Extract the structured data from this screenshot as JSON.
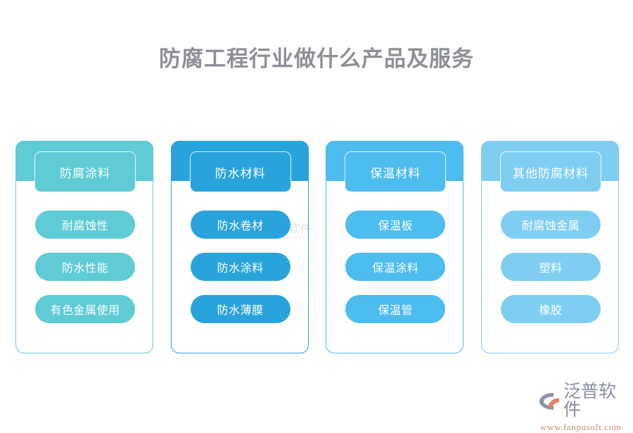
{
  "title": "防腐工程行业做什么产品及服务",
  "columns": [
    {
      "header": "防腐涂料",
      "accent": "#5ECBD5",
      "items": [
        "耐腐蚀性",
        "防水性能",
        "有色金属使用"
      ]
    },
    {
      "header": "防水材料",
      "accent": "#29A3DC",
      "items": [
        "防水卷材",
        "防水涂料",
        "防水薄膜"
      ]
    },
    {
      "header": "保温材料",
      "accent": "#4DBCEF",
      "items": [
        "保温板",
        "保温涂料",
        "保温管"
      ]
    },
    {
      "header": "其他防腐材料",
      "accent": "#7FCEF2",
      "items": [
        "耐腐蚀金属",
        "塑料",
        "橡胶"
      ]
    }
  ],
  "watermark": {
    "name_cn": "泛普软件",
    "name_en": "FANPU SOFTWARE"
  },
  "logo": {
    "name_cn": "泛普软件",
    "url": "www.fanpusoft.com",
    "mark_icon": "fanpu-arc-logo-icon",
    "text_color": "#8b8fa0",
    "url_color": "#c98f7a",
    "mark_color": "#8b95a8",
    "mark_accent_color": "#e0826a"
  },
  "colors": {
    "background": "#ffffff",
    "title": "#8d8f96"
  }
}
